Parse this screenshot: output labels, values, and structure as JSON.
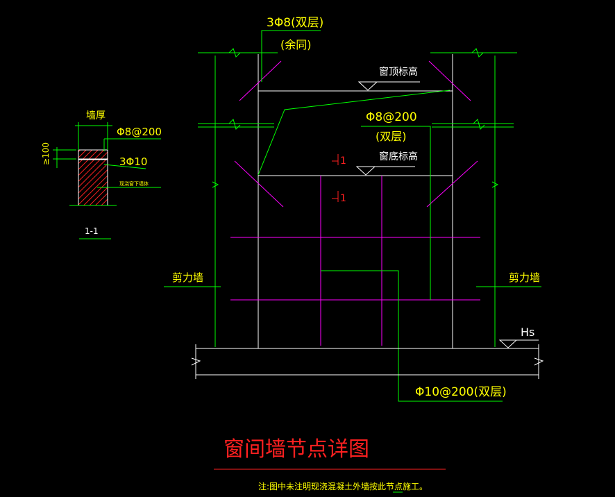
{
  "labels": {
    "top_rebar": "3Φ8(双层)",
    "top_rebar_note": "(余同)",
    "window_top_elev": "窗顶标高",
    "mid_rebar": "Φ8@200",
    "mid_rebar_note": "(双层)",
    "window_bottom_elev": "窗底标高",
    "section_mark": "1",
    "shear_wall_left": "剪力墙",
    "shear_wall_right": "剪力墙",
    "hs_label": "Hs",
    "bottom_rebar": "Φ10@200(双层)",
    "title": "窗间墙节点详图",
    "note": "注:图中未注明现浇混凝土外墙按此节点施工。"
  },
  "section_detail": {
    "wall_thickness": "墙厚",
    "height_dim": "≥100",
    "rebar_top": "Φ8@200",
    "rebar_bottom": "3Φ10",
    "small_note": "现浇窗下墙体",
    "section_name": "1-1"
  },
  "colors": {
    "background": "#000000",
    "wall_line": "#ffffff",
    "dim_line": "#00ff00",
    "rebar": "#ff00ff",
    "text": "#ffff00",
    "title": "#ff0000",
    "hatch": "#ff2020"
  }
}
